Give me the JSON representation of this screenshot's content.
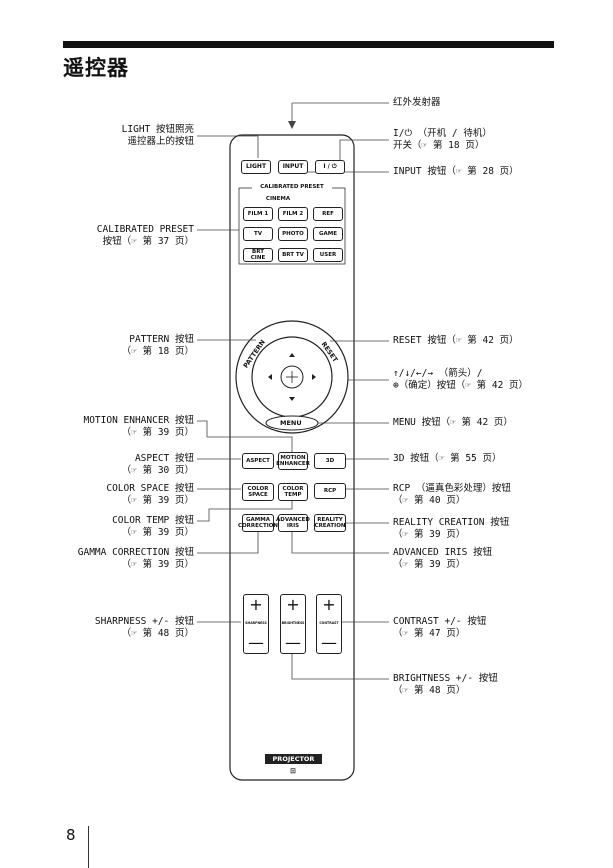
{
  "title": "遥控器",
  "page_number": "8",
  "labels": {
    "ir_emitter": "红外发射器",
    "light_1": "LIGHT 按钮照亮",
    "light_2": "遥控器上的按钮",
    "power_1": "I/⏻ （开机 / 待机）",
    "power_2": "开关（☞ 第 18 页）",
    "input": "INPUT 按钮（☞ 第 28 页）",
    "calibrated_1": "CALIBRATED PRESET",
    "calibrated_2": "按钮（☞ 第 37 页）",
    "pattern_1": "PATTERN 按钮",
    "pattern_2": "（☞ 第 18 页）",
    "reset": "RESET 按钮（☞ 第 42 页）",
    "arrows_1": "↑/↓/←/→ （箭头）/",
    "arrows_2": "⊕（确定）按钮（☞ 第 42 页）",
    "menu": "MENU 按钮（☞ 第 42 页）",
    "motion_1": "MOTION ENHANCER 按钮",
    "motion_2": "（☞ 第 39 页）",
    "aspect_1": "ASPECT 按钮",
    "aspect_2": "（☞ 第 30 页）",
    "d3": "3D 按钮（☞ 第 55 页）",
    "colorspace_1": "COLOR SPACE 按钮",
    "colorspace_2": "（☞ 第 39 页）",
    "rcp_1": "RCP （逼真色彩处理）按钮",
    "rcp_2": "（☞ 第 40 页）",
    "colortemp_1": "COLOR TEMP 按钮",
    "colortemp_2": "（☞ 第 39 页）",
    "reality_1": "REALITY CREATION 按钮",
    "reality_2": "（☞ 第 39 页）",
    "gamma_1": "GAMMA CORRECTION 按钮",
    "gamma_2": "（☞ 第 39 页）",
    "iris_1": "ADVANCED IRIS 按钮",
    "iris_2": "（☞ 第 39 页）",
    "sharpness_1": "SHARPNESS +/- 按钮",
    "sharpness_2": "（☞ 第 48 页）",
    "contrast_1": "CONTRAST +/- 按钮",
    "contrast_2": "（☞ 第 47 页）",
    "brightness_1": "BRIGHTNESS +/- 按钮",
    "brightness_2": "（☞ 第 48 页）"
  },
  "remote": {
    "light": "LIGHT",
    "input": "INPUT",
    "power": "I / ⏻",
    "calibrated_title": "CALIBRATED PRESET",
    "cinema_title": "CINEMA",
    "film1": "FILM 1",
    "film2": "FILM 2",
    "ref": "REF",
    "tv": "TV",
    "photo": "PHOTO",
    "game": "GAME",
    "brtcine": "BRT CINE",
    "brttv": "BRT TV",
    "user": "USER",
    "pattern": "PATTERN",
    "reset": "RESET",
    "menu": "MENU",
    "aspect": "ASPECT",
    "motion_1": "MOTION",
    "motion_2": "ENHANCER",
    "d3": "3D",
    "colorspace_1": "COLOR",
    "colorspace_2": "SPACE",
    "colortemp_1": "COLOR",
    "colortemp_2": "TEMP",
    "rcp": "RCP",
    "gamma_1": "GAMMA",
    "gamma_2": "CORRECTION",
    "iris_1": "ADVANCED",
    "iris_2": "IRIS",
    "reality_1": "REALITY",
    "reality_2": "CREATION",
    "sharpness": "SHARPNESS",
    "brightness": "BRIGHTNESS",
    "contrast": "CONTRAST",
    "plus": "+",
    "minus": "—",
    "projector": "PROJECTOR",
    "logo": "⊡"
  }
}
